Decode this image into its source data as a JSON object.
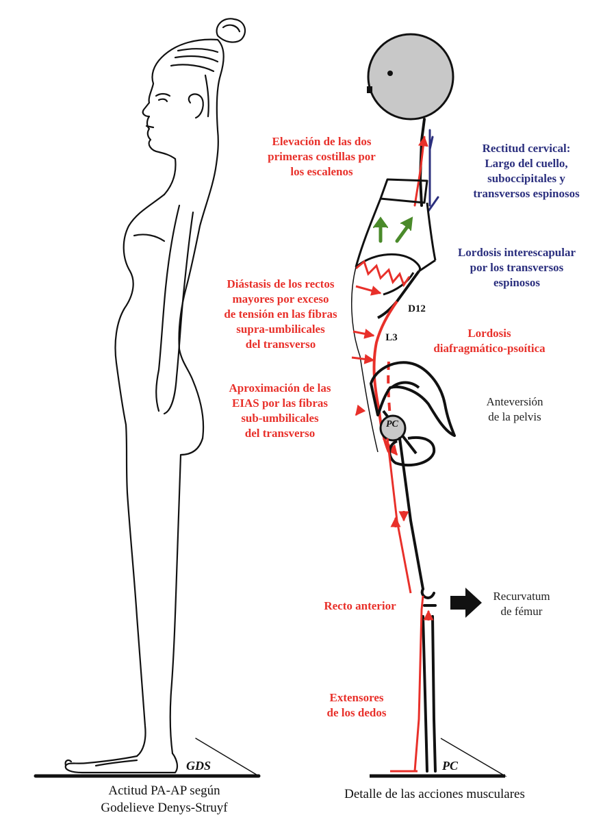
{
  "colors": {
    "red": "#e8302a",
    "blue": "#2b2f7e",
    "green": "#4a8a2a",
    "black": "#111111",
    "head_fill": "#c8c8c8"
  },
  "left": {
    "mark": "GDS",
    "caption": "Actitud PA-AP según\nGodelieve Denys-Struyf"
  },
  "right": {
    "mark": "PC",
    "pivot_label": "PC",
    "caption": "Detalle de las acciones musculares"
  },
  "labels": {
    "elevacion": "Elevación de las dos\nprimeras costillas por\nlos escalenos",
    "rectitud": "Rectitud cervical:\nLargo del cuello,\nsuboccipitales y\ntransversos espinosos",
    "lordosis_inter": "Lordosis interescapular\npor los transversos\nespinosos",
    "d12": "D12",
    "diastasis": "Diástasis de los rectos\nmayores por exceso\nde tensión en las fibras\nsupra-umbilicales\ndel transverso",
    "l3": "L3",
    "lordosis_diaf": "Lordosis\ndiafragmático-psoítica",
    "aproximacion": "Aproximación de las\nEIAS por las fibras\nsub-umbilicales\ndel transverso",
    "anteversion": "Anteversión\nde la pelvis",
    "recto": "Recto anterior",
    "recurvatum": "Recurvatum\nde fémur",
    "extensores": "Extensores\nde los dedos"
  },
  "icons": [
    "head-circle",
    "rib-cage",
    "pelvis",
    "pivot-circle",
    "recurvatum-arrow",
    "green-arrow"
  ]
}
